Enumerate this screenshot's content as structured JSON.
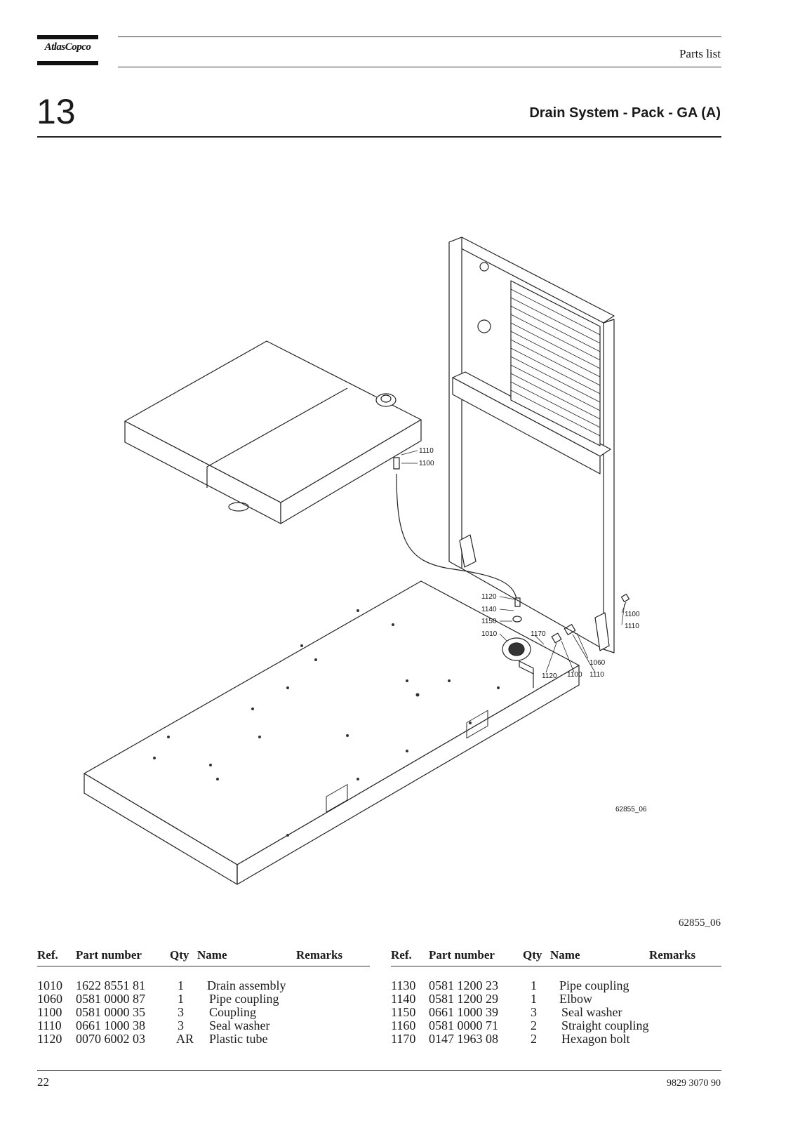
{
  "header": {
    "brand": "AtlasCopco",
    "title": "Parts list",
    "chapter": "13",
    "section_title": "Drain System - Pack - GA (A)"
  },
  "figure": {
    "id_inner": "62855_06",
    "id_outer": "62855_06",
    "callouts": [
      "1110",
      "1100",
      "1120",
      "1140",
      "1150",
      "1010",
      "1170",
      "1100",
      "1110",
      "1060",
      "1120",
      "1100",
      "1110"
    ]
  },
  "table_headers": {
    "ref": "Ref.",
    "part_number": "Part number",
    "qty": "Qty",
    "name": "Name",
    "remarks": "Remarks"
  },
  "parts_left": [
    {
      "ref": "1010",
      "part": "1622 8551 81",
      "qty": "1",
      "name": "Drain assembly"
    },
    {
      "ref": "1060",
      "part": "0581 0000 87",
      "qty": "1",
      "name": "Pipe coupling"
    },
    {
      "ref": "1100",
      "part": "0581 0000 35",
      "qty": "3",
      "name": "Coupling"
    },
    {
      "ref": "1110",
      "part": "0661 1000 38",
      "qty": "3",
      "name": "Seal washer"
    },
    {
      "ref": "1120",
      "part": "0070 6002 03",
      "qty": "AR",
      "name": "Plastic tube"
    }
  ],
  "parts_right": [
    {
      "ref": "1130",
      "part": "0581 1200 23",
      "qty": "1",
      "name": "Pipe coupling"
    },
    {
      "ref": "1140",
      "part": "0581 1200 29",
      "qty": "1",
      "name": "Elbow"
    },
    {
      "ref": "1150",
      "part": "0661 1000 39",
      "qty": "3",
      "name": "Seal washer"
    },
    {
      "ref": "1160",
      "part": "0581 0000 71",
      "qty": "2",
      "name": "Straight coupling"
    },
    {
      "ref": "1170",
      "part": "0147 1963 08",
      "qty": "2",
      "name": "Hexagon bolt"
    }
  ],
  "footer": {
    "page_number": "22",
    "document_number": "9829 3070 90"
  }
}
